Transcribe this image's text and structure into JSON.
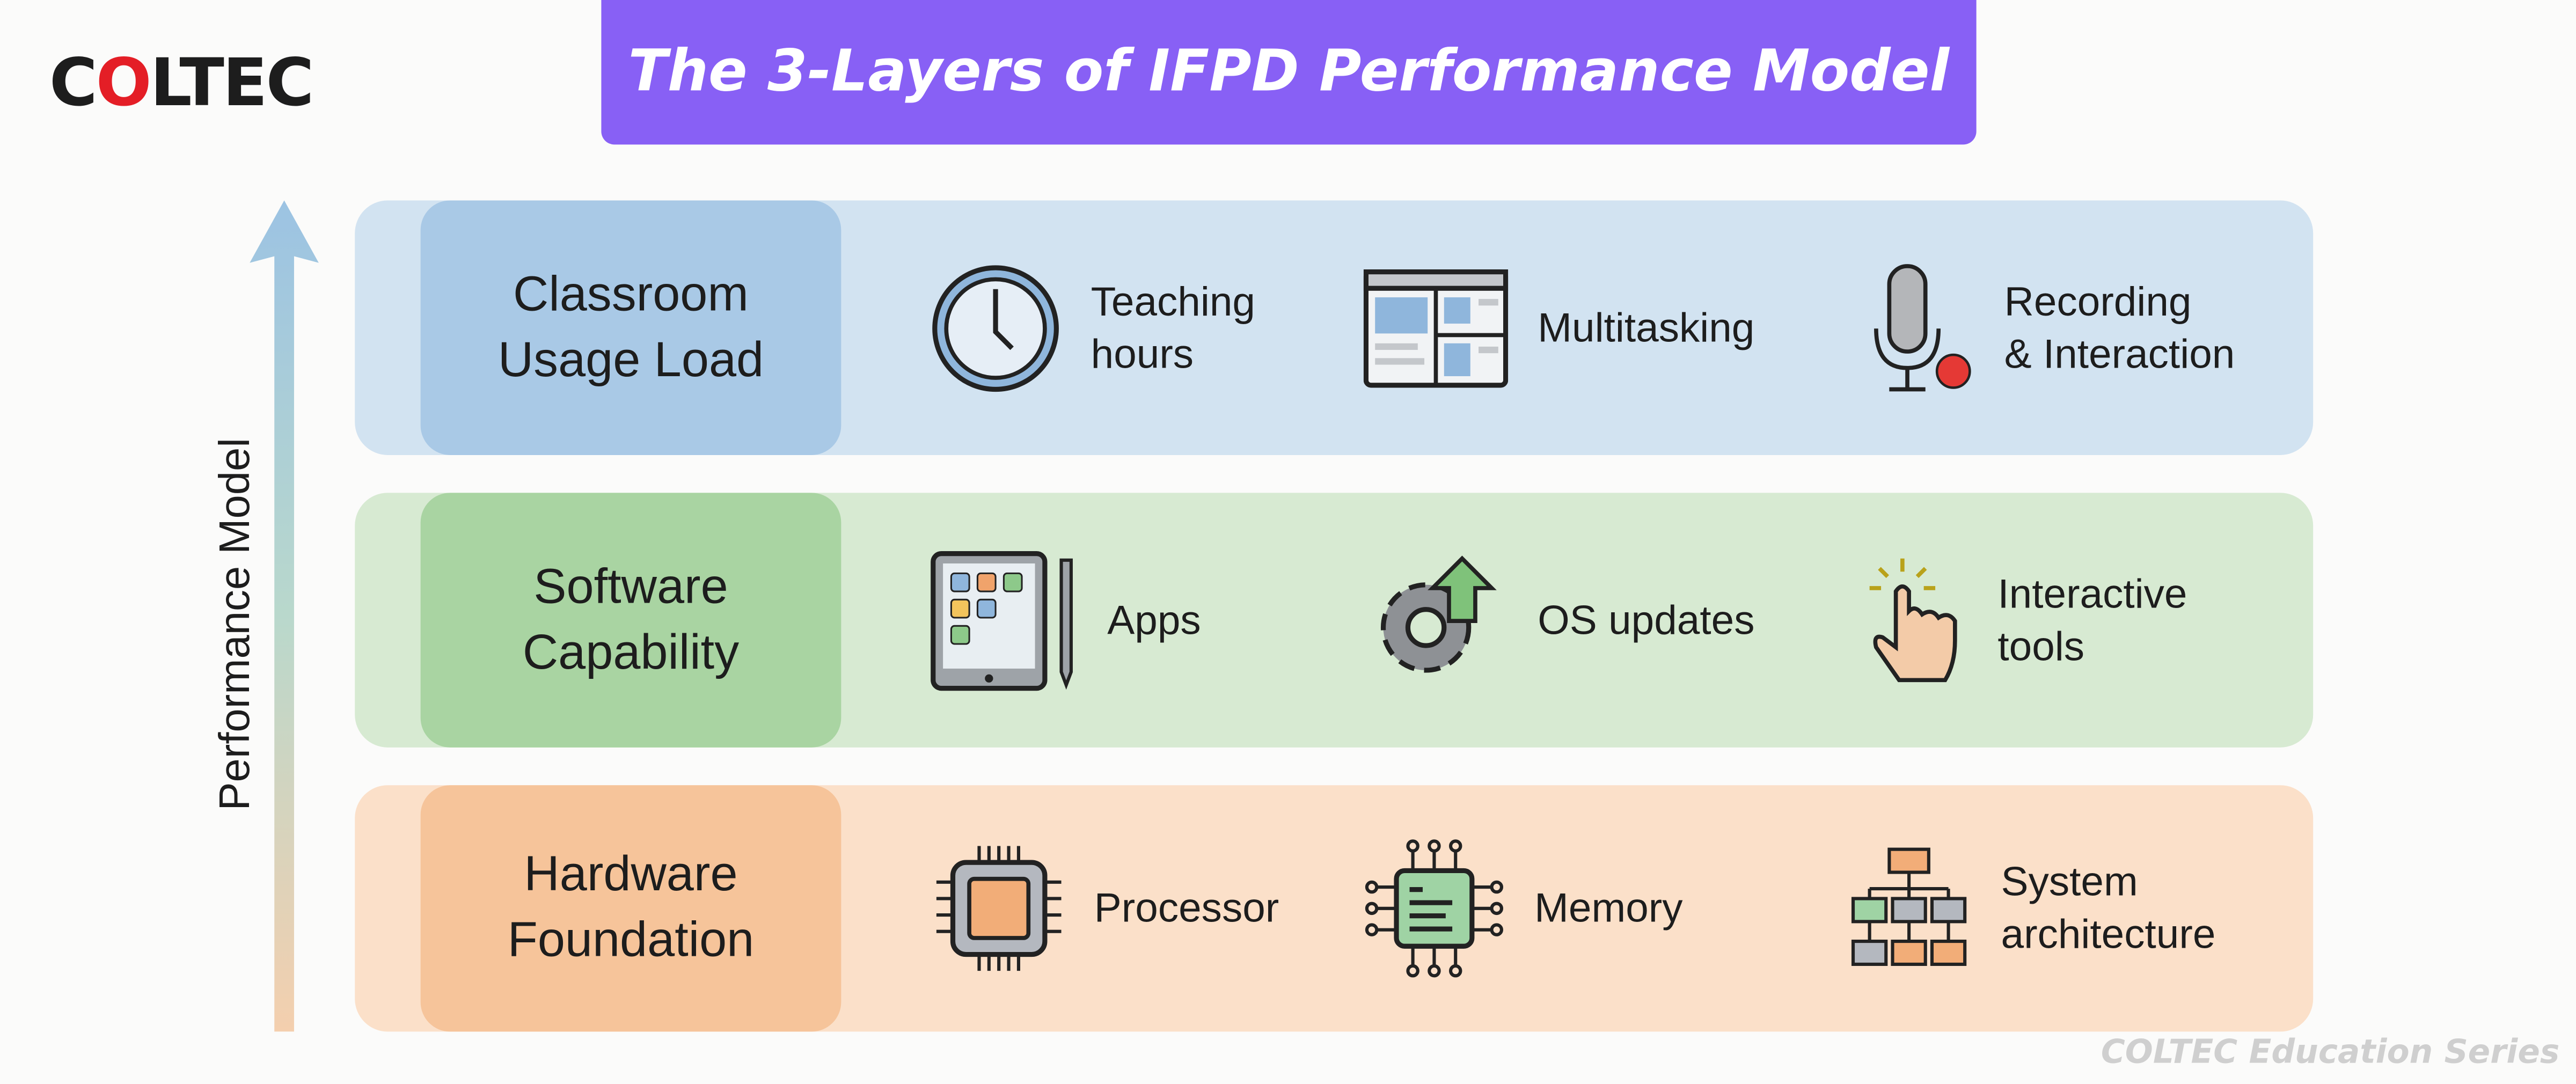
{
  "logo": {
    "pre": "C",
    "o": "O",
    "post": "LTEC"
  },
  "title": "The 3-Layers of IFPD Performance Model",
  "axis_label": "Performance Model",
  "colors": {
    "title_bg": "#8860f5",
    "usage_bg": "#d2e3f1",
    "usage_label": "#a9c9e6",
    "software_bg": "#d7ead2",
    "software_label": "#a9d4a2",
    "hardware_bg": "#fbe0c9",
    "hardware_label": "#f6c49a",
    "logo_accent": "#e41e26"
  },
  "layers": [
    {
      "label": "Classroom\nUsage Load",
      "items": [
        {
          "icon": "clock-icon",
          "text": "Teaching\nhours"
        },
        {
          "icon": "window-icon",
          "text": "Multitasking"
        },
        {
          "icon": "microphone-icon",
          "text": "Recording\n& Interaction"
        }
      ]
    },
    {
      "label": "Software\nCapability",
      "items": [
        {
          "icon": "tablet-apps-icon",
          "text": "Apps"
        },
        {
          "icon": "gear-update-icon",
          "text": "OS updates"
        },
        {
          "icon": "touch-hand-icon",
          "text": "Interactive\ntools"
        }
      ]
    },
    {
      "label": "Hardware\nFoundation",
      "items": [
        {
          "icon": "processor-icon",
          "text": "Processor"
        },
        {
          "icon": "memory-chip-icon",
          "text": "Memory"
        },
        {
          "icon": "architecture-icon",
          "text": "System\narchitecture"
        }
      ]
    }
  ],
  "footer": "COLTEC Education Series"
}
